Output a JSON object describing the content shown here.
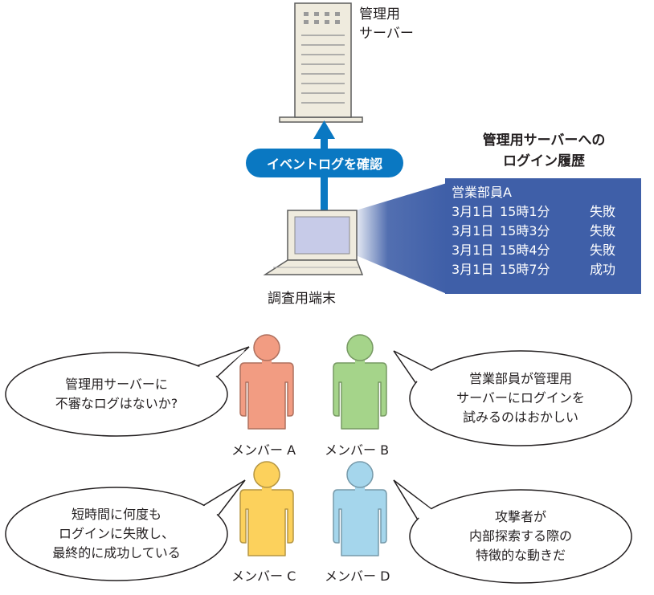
{
  "server": {
    "label_line1": "管理用",
    "label_line2": "サーバー"
  },
  "action": {
    "label": "イベントログを確認"
  },
  "terminal": {
    "label": "調査用端末"
  },
  "history": {
    "title_line1": "管理用サーバーへの",
    "title_line2": "ログイン履歴",
    "user": "営業部員A",
    "entries": [
      {
        "date": "3月1日",
        "time": "15時1分",
        "result": "失敗"
      },
      {
        "date": "3月1日",
        "time": "15時3分",
        "result": "失敗"
      },
      {
        "date": "3月1日",
        "time": "15時4分",
        "result": "失敗"
      },
      {
        "date": "3月1日",
        "time": "15時7分",
        "result": "成功"
      }
    ]
  },
  "members": [
    {
      "name": "メンバー A",
      "color": "#f29c82",
      "speech": [
        "管理用サーバーに",
        "不審なログはないか?"
      ]
    },
    {
      "name": "メンバー B",
      "color": "#a5d48a",
      "speech": [
        "営業部員が管理用",
        "サーバーにログインを",
        "試みるのはおかしい"
      ]
    },
    {
      "name": "メンバー C",
      "color": "#fcd15c",
      "speech": [
        "短時間に何度も",
        "ログインに失敗し、",
        "最終的に成功している"
      ]
    },
    {
      "name": "メンバー D",
      "color": "#a5d6ec",
      "speech": [
        "攻撃者が",
        "内部探索する際の",
        "特徴的な動きだ"
      ]
    }
  ],
  "colors": {
    "accent_blue": "#0a78c2",
    "panel_blue": "#3f5fa8",
    "server_fill": "#efebde"
  },
  "icons": [
    "server-icon",
    "laptop-icon",
    "arrow-up-icon",
    "person-icon",
    "speech-bubble"
  ]
}
